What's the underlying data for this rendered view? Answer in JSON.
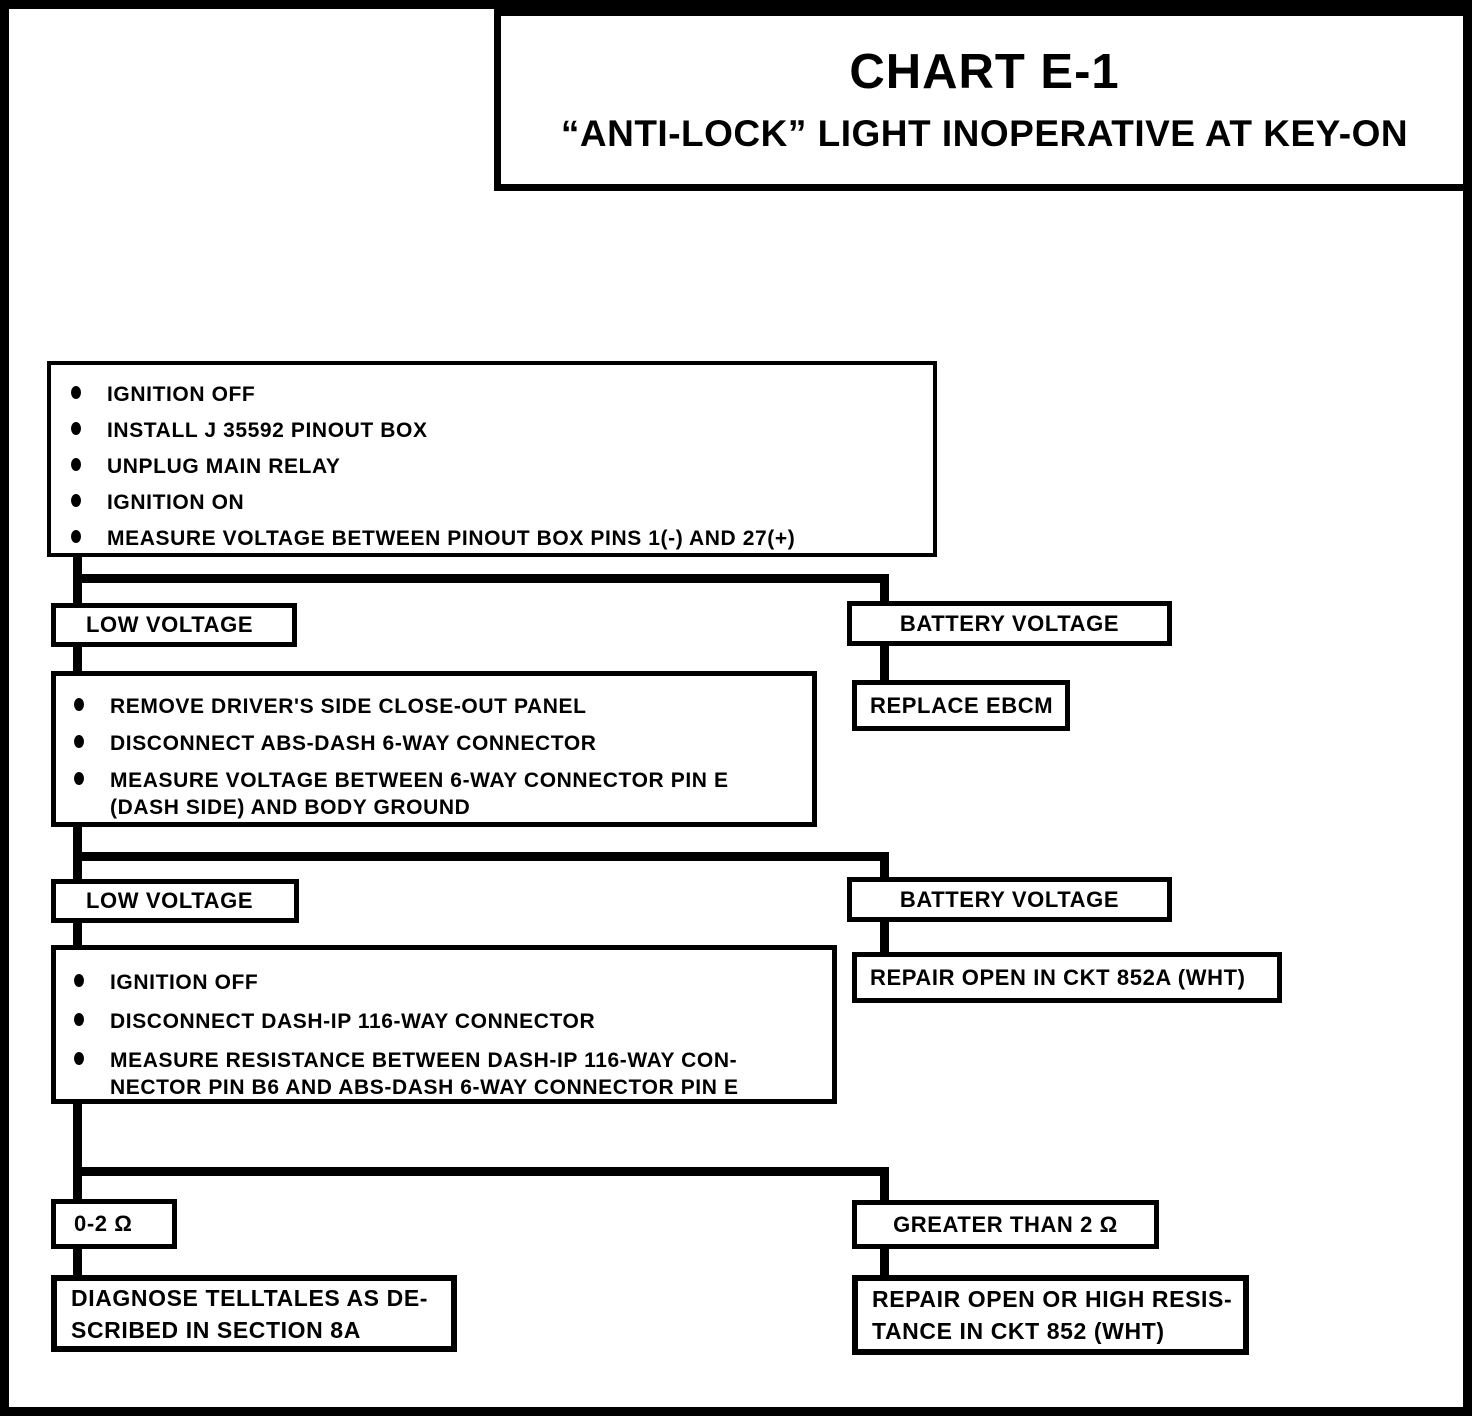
{
  "colors": {
    "ink": "#000000",
    "paper": "#ffffff"
  },
  "title": {
    "line1": "CHART E-1",
    "line2": "“ANTI-LOCK” LIGHT INOPERATIVE AT KEY-ON"
  },
  "flow": {
    "step1": {
      "bullets": [
        [
          "IGNITION OFF"
        ],
        [
          "INSTALL J 35592 PINOUT BOX"
        ],
        [
          "UNPLUG MAIN RELAY"
        ],
        [
          "IGNITION ON"
        ],
        [
          "MEASURE  VOLTAGE BETWEEN PINOUT BOX PINS 1(-) AND 27(+)"
        ]
      ]
    },
    "low_voltage_1": "LOW VOLTAGE",
    "battery_voltage_1": "BATTERY VOLTAGE",
    "replace_ebcm": "REPLACE EBCM",
    "step2": {
      "bullets": [
        [
          "REMOVE DRIVER'S SIDE CLOSE-OUT PANEL"
        ],
        [
          "DISCONNECT ABS-DASH 6-WAY CONNECTOR"
        ],
        [
          "MEASURE VOLTAGE BETWEEN 6-WAY CONNECTOR PIN E",
          "(DASH SIDE) AND BODY GROUND"
        ]
      ]
    },
    "low_voltage_2": "LOW VOLTAGE",
    "battery_voltage_2": "BATTERY VOLTAGE",
    "repair_open_ckt852a": "REPAIR OPEN IN CKT 852A (WHT)",
    "step3": {
      "bullets": [
        [
          "IGNITION OFF"
        ],
        [
          "DISCONNECT DASH-IP 116-WAY CONNECTOR"
        ],
        [
          "MEASURE RESISTANCE BETWEEN DASH-IP  116-WAY CON-",
          "NECTOR PIN B6 AND ABS-DASH 6-WAY CONNECTOR PIN E"
        ]
      ]
    },
    "resistance_low": "0-2  Ω",
    "resistance_high": "GREATER THAN 2 Ω",
    "diagnose_telltales": [
      "DIAGNOSE TELLTALES AS DE-",
      "SCRIBED IN SECTION 8A"
    ],
    "repair_open_ckt852": [
      "REPAIR OPEN OR HIGH RESIS-",
      "TANCE IN CKT 852 (WHT)"
    ]
  }
}
